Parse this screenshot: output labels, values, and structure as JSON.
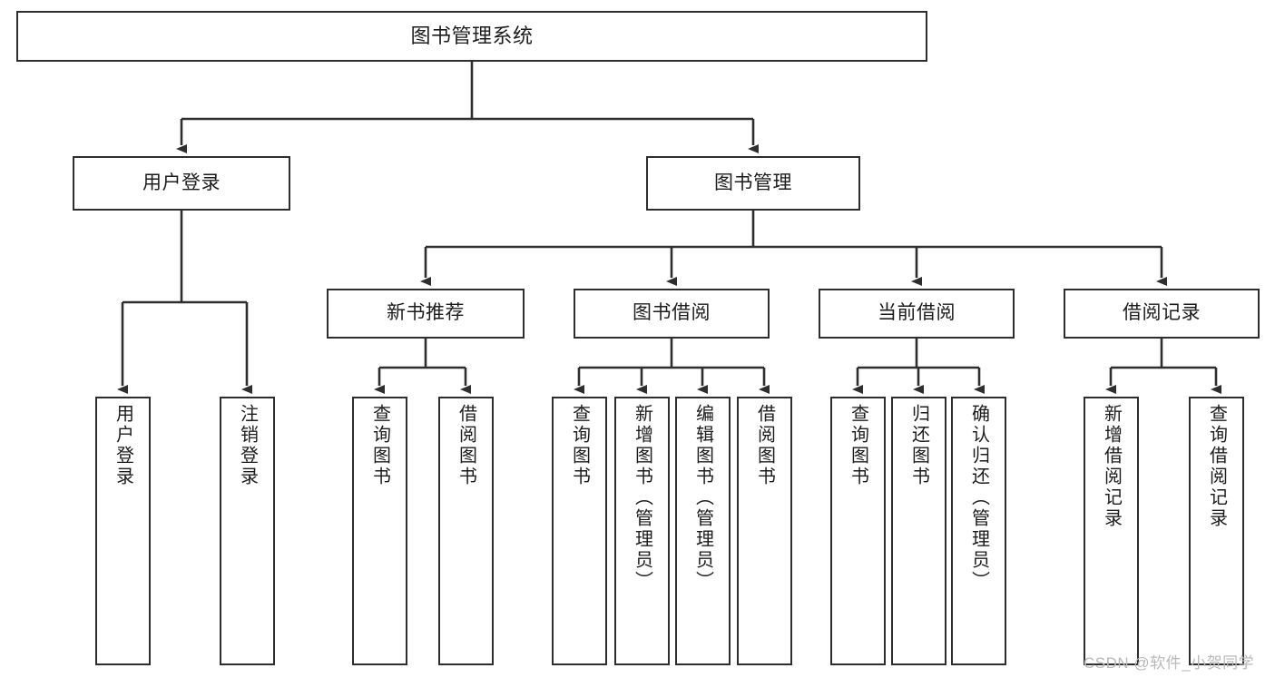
{
  "diagram": {
    "type": "tree",
    "title": "图书管理系统",
    "root": {
      "label": "图书管理系统"
    },
    "level2": [
      {
        "label": "用户登录"
      },
      {
        "label": "图书管理"
      }
    ],
    "level3": [
      {
        "label": "新书推荐"
      },
      {
        "label": "图书借阅"
      },
      {
        "label": "当前借阅"
      },
      {
        "label": "借阅记录"
      }
    ],
    "leaves": {
      "user_login": [
        {
          "label": "用户登录"
        },
        {
          "label": "注销登录"
        }
      ],
      "new_book_recommend": [
        {
          "label": "查询图书"
        },
        {
          "label": "借阅图书"
        }
      ],
      "book_borrow": [
        {
          "label": "查询图书"
        },
        {
          "label": "新增图书（管理员）"
        },
        {
          "label": "编辑图书（管理员）"
        },
        {
          "label": "借阅图书"
        }
      ],
      "current_borrow": [
        {
          "label": "查询图书"
        },
        {
          "label": "归还图书"
        },
        {
          "label": "确认归还（管理员）"
        }
      ],
      "borrow_record": [
        {
          "label": "新增借阅记录"
        },
        {
          "label": "查询借阅记录"
        }
      ]
    },
    "watermark": "CSDN @软件_小贺同学",
    "colors": {
      "stroke": "#2e2e2e",
      "fill": "#ffffff",
      "text": "#1c1c1c",
      "watermark": "#b9b9b9"
    }
  }
}
